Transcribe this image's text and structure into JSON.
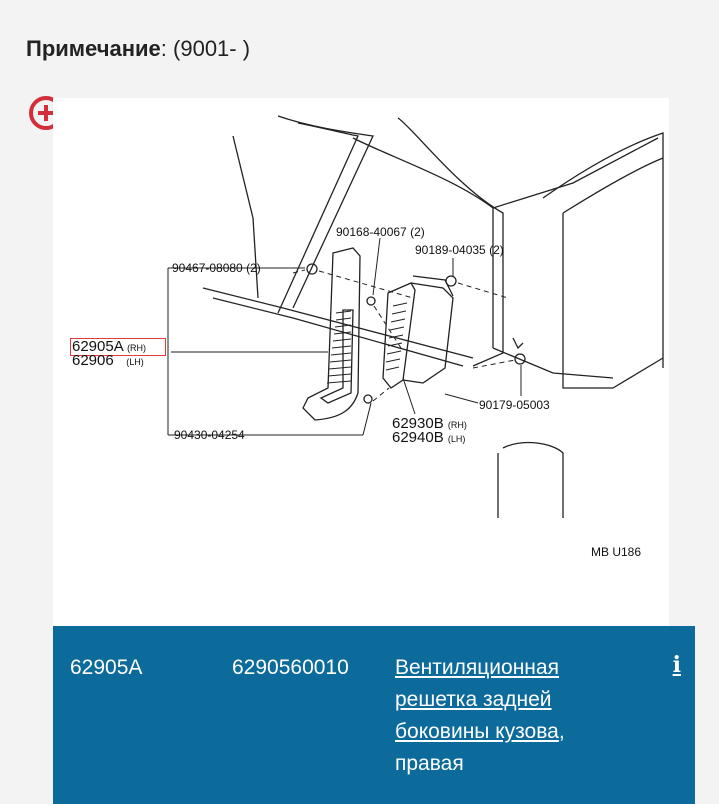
{
  "note": {
    "label": "Примечание",
    "value": ": (9001- )"
  },
  "zoom_icon": "zoom-in-icon",
  "diagram": {
    "labels": {
      "p90467": "90467-08080 (2)",
      "p90168": "90168-40067 (2)",
      "p90189": "90189-04035 (2)",
      "p62905a": "62905A",
      "p62905a_side": "(RH)",
      "p62906": "62906",
      "p62906_side": "(LH)",
      "p90179": "90179-05003",
      "p62930b": "62930B",
      "p62930b_side": "(RH)",
      "p62940b": "62940B",
      "p62940b_side": "(LH)",
      "p90430": "90430-04254",
      "code": "MB  U186"
    },
    "highlight_color": "#e23b3b"
  },
  "part_row": {
    "code": "62905A",
    "number": "6290560010",
    "name": "Вентиляционная решетка задней боковины кузова",
    "name_suffix": ", правая",
    "info_glyph": "i"
  },
  "colors": {
    "band": "#0c6b9b",
    "icon": "#d32f3a"
  }
}
